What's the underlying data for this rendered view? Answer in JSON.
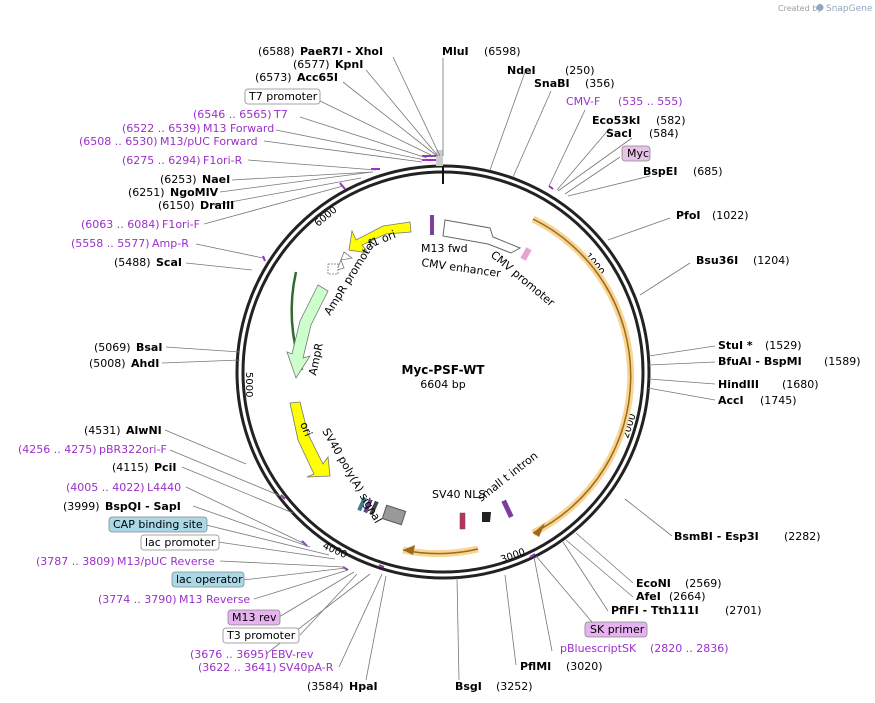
{
  "branding": {
    "created_by": "Created by",
    "product": "SnapGene"
  },
  "plasmid": {
    "name": "Myc-PSF-WT",
    "length": "6604 bp"
  },
  "ticks": [
    "1000",
    "2000",
    "3000",
    "4000",
    "5000",
    "6000"
  ],
  "right_sites": [
    {
      "pos": "(6598)",
      "name": "MluI",
      "kind": "enzyme"
    },
    {
      "pos": "(250)",
      "name": "NdeI",
      "kind": "enzyme"
    },
    {
      "pos": "(356)",
      "name": "SnaBI",
      "kind": "enzyme"
    },
    {
      "pos": "(535 .. 555)",
      "name": "CMV-F",
      "kind": "primer"
    },
    {
      "pos": "(582)",
      "name": "Eco53kI",
      "kind": "enzyme"
    },
    {
      "pos": "(584)",
      "name": "SacI",
      "kind": "enzyme"
    },
    {
      "pos": "",
      "name": "Myc",
      "kind": "boxed"
    },
    {
      "pos": "(685)",
      "name": "BspEI",
      "kind": "enzyme"
    },
    {
      "pos": "(1022)",
      "name": "PfoI",
      "kind": "enzyme"
    },
    {
      "pos": "(1204)",
      "name": "Bsu36I",
      "kind": "enzyme"
    },
    {
      "pos": "(1529)",
      "name": "StuI *",
      "kind": "enzyme"
    },
    {
      "pos": "(1589)",
      "name": "BfuAI  - BspMI",
      "kind": "enzyme"
    },
    {
      "pos": "(1680)",
      "name": "HindIII",
      "kind": "enzyme"
    },
    {
      "pos": "(1745)",
      "name": "AccI",
      "kind": "enzyme"
    },
    {
      "pos": "(2282)",
      "name": "BsmBI  - Esp3I",
      "kind": "enzyme"
    },
    {
      "pos": "(2569)",
      "name": "EcoNI",
      "kind": "enzyme"
    },
    {
      "pos": "(2664)",
      "name": "AfeI",
      "kind": "enzyme"
    },
    {
      "pos": "(2701)",
      "name": "PflFI  - Tth111I",
      "kind": "enzyme"
    },
    {
      "pos": "",
      "name": "SK primer",
      "kind": "boxed"
    },
    {
      "pos": "(2820 .. 2836)",
      "name": "pBluescriptSK",
      "kind": "primer"
    },
    {
      "pos": "(3020)",
      "name": "PflMI",
      "kind": "enzyme"
    },
    {
      "pos": "(3252)",
      "name": "BsgI",
      "kind": "enzyme"
    }
  ],
  "left_sites": [
    {
      "pos": "(6588)",
      "name": "PaeR7I  - XhoI",
      "kind": "enzyme"
    },
    {
      "pos": "(6577)",
      "name": "KpnI",
      "kind": "enzyme"
    },
    {
      "pos": "(6573)",
      "name": "Acc65I",
      "kind": "enzyme"
    },
    {
      "pos": "",
      "name": "T7 promoter",
      "kind": "boxed"
    },
    {
      "pos": "(6546 .. 6565)",
      "name": "T7",
      "kind": "primer"
    },
    {
      "pos": "(6522 .. 6539)",
      "name": "M13 Forward",
      "kind": "primer"
    },
    {
      "pos": "(6508 .. 6530)",
      "name": "M13/pUC Forward",
      "kind": "primer"
    },
    {
      "pos": "(6275 .. 6294)",
      "name": "F1ori-R",
      "kind": "primer"
    },
    {
      "pos": "(6253)",
      "name": "NaeI",
      "kind": "enzyme"
    },
    {
      "pos": "(6251)",
      "name": "NgoMIV",
      "kind": "enzyme"
    },
    {
      "pos": "(6150)",
      "name": "DraIII",
      "kind": "enzyme"
    },
    {
      "pos": "(6063 .. 6084)",
      "name": "F1ori-F",
      "kind": "primer"
    },
    {
      "pos": "(5558 .. 5577)",
      "name": "Amp-R",
      "kind": "primer"
    },
    {
      "pos": "(5488)",
      "name": "ScaI",
      "kind": "enzyme"
    },
    {
      "pos": "(5069)",
      "name": "BsaI",
      "kind": "enzyme"
    },
    {
      "pos": "(5008)",
      "name": "AhdI",
      "kind": "enzyme"
    },
    {
      "pos": "(4531)",
      "name": "AlwNI",
      "kind": "enzyme"
    },
    {
      "pos": "(4256 .. 4275)",
      "name": "pBR322ori-F",
      "kind": "primer"
    },
    {
      "pos": "(4115)",
      "name": "PciI",
      "kind": "enzyme"
    },
    {
      "pos": "(4005 .. 4022)",
      "name": "L4440",
      "kind": "primer"
    },
    {
      "pos": "(3999)",
      "name": "BspQI  - SapI",
      "kind": "enzyme"
    },
    {
      "pos": "",
      "name": "CAP binding site",
      "kind": "boxed"
    },
    {
      "pos": "",
      "name": "lac promoter",
      "kind": "boxed"
    },
    {
      "pos": "(3787 .. 3809)",
      "name": "M13/pUC Reverse",
      "kind": "primer"
    },
    {
      "pos": "",
      "name": "lac operator",
      "kind": "boxed"
    },
    {
      "pos": "(3774 .. 3790)",
      "name": "M13 Reverse",
      "kind": "primer"
    },
    {
      "pos": "",
      "name": "M13 rev",
      "kind": "boxed"
    },
    {
      "pos": "",
      "name": "T3 promoter",
      "kind": "boxed"
    },
    {
      "pos": "(3676 .. 3695)",
      "name": "EBV-rev",
      "kind": "primer"
    },
    {
      "pos": "(3622 .. 3641)",
      "name": "SV40pA-R",
      "kind": "primer"
    },
    {
      "pos": "(3584)",
      "name": "HpaI",
      "kind": "enzyme"
    }
  ],
  "features": {
    "m13_fwd": "M13 fwd",
    "cmv_enhancer": "CMV enhancer",
    "cmv_promoter": "CMV promoter",
    "f1_ori": "f1 ori",
    "ampr_promoter": "AmpR promoter",
    "ampr": "AmpR",
    "ori": "ori",
    "sv40_polya": "SV40 poly(A) signal",
    "sv40_nls": "SV40 NLS",
    "small_t_intron": "small t intron"
  },
  "colors": {
    "primer": "#9b30c8",
    "f1_ori": "#ffff00",
    "ampr": "#ccffcc",
    "ori": "#ffff00",
    "orf_highlight": "#f7d594",
    "myc_box": "#e6c2e6",
    "cap_box": "#aad8e6",
    "m13rev_box": "#e6b3f0",
    "sk_box": "#e6b3f0"
  }
}
